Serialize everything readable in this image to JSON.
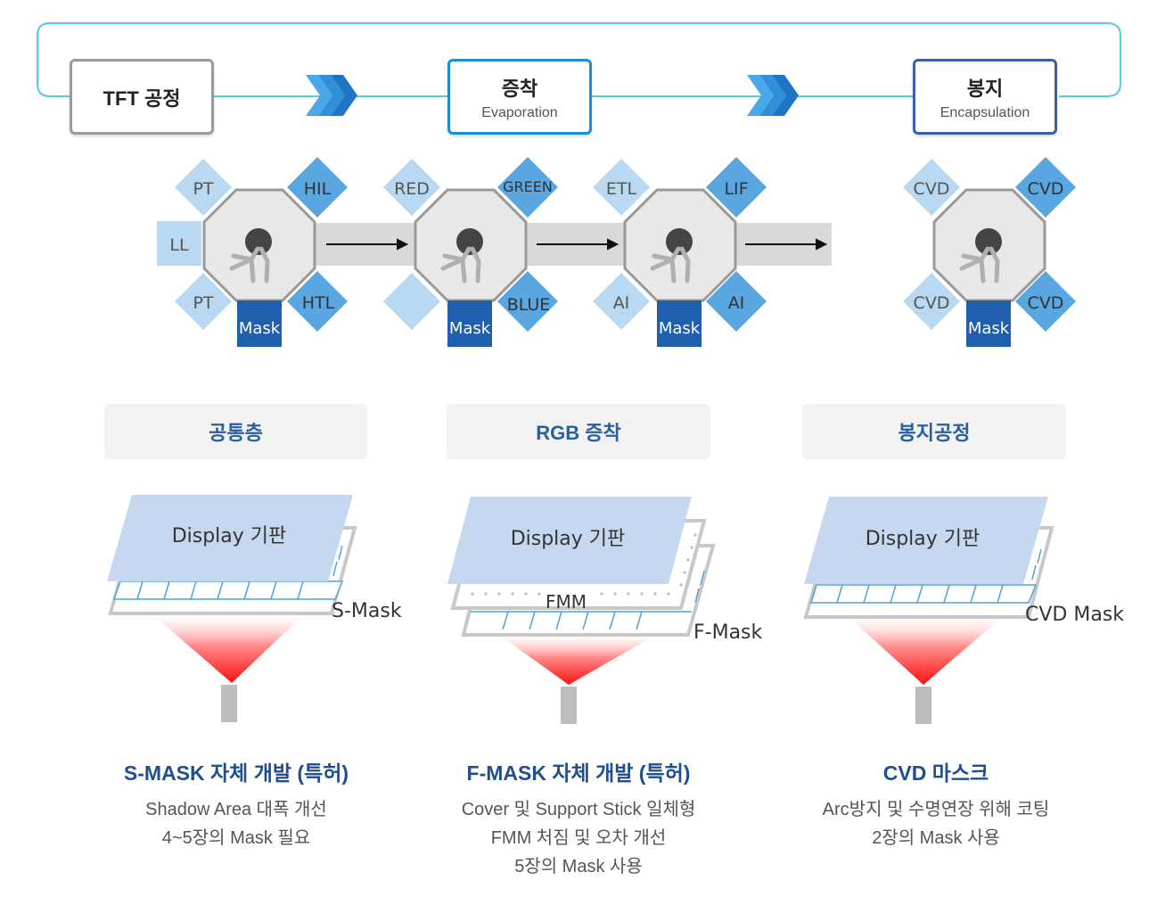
{
  "stages": [
    {
      "title": "TFT 공정",
      "subtitle": ""
    },
    {
      "title": "증착",
      "subtitle": "Evaporation"
    },
    {
      "title": "봉지",
      "subtitle": "Encapsulation"
    }
  ],
  "chambers": {
    "c1": {
      "tl": "PT",
      "tr": "HIL",
      "left": "LL",
      "bl": "PT",
      "br": "HTL",
      "mask": "Mask"
    },
    "c2": {
      "tl": "RED",
      "tr": "GREEN",
      "bl": "",
      "br": "BLUE",
      "mask": "Mask"
    },
    "c3": {
      "tl": "ETL",
      "tr": "LIF",
      "bl": "AI",
      "br": "AI",
      "mask": "Mask"
    },
    "c4": {
      "tl": "CVD",
      "tr": "CVD",
      "bl": "CVD",
      "br": "CVD",
      "mask": "Mask"
    }
  },
  "categories": [
    "공통층",
    "RGB 증착",
    "봉지공정"
  ],
  "masks": {
    "substrate_label": "Display 기판",
    "s_mask": "S-Mask",
    "fmm": "FMM",
    "f_mask": "F-Mask",
    "cvd_mask": "CVD Mask"
  },
  "descriptions": [
    {
      "title": "S-MASK 자체 개발 (특허)",
      "lines": [
        "Shadow Area 대폭 개선",
        "4~5장의 Mask 필요"
      ]
    },
    {
      "title": "F-MASK 자체 개발 (특허)",
      "lines": [
        "Cover 및 Support Stick 일체형",
        "FMM 처짐 및 오차 개선",
        "5장의 Mask 사용"
      ]
    },
    {
      "title": "CVD 마스크",
      "lines": [
        "Arc방지 및 수명연장 위해 코팅",
        "2장의 Mask 사용"
      ]
    }
  ],
  "colors": {
    "cyan": "#5bc8e8",
    "light_diamond": "#b9d8f2",
    "mid_diamond": "#5aa6e0",
    "mask": "#1f5fae",
    "title_blue": "#1f4f8f"
  }
}
